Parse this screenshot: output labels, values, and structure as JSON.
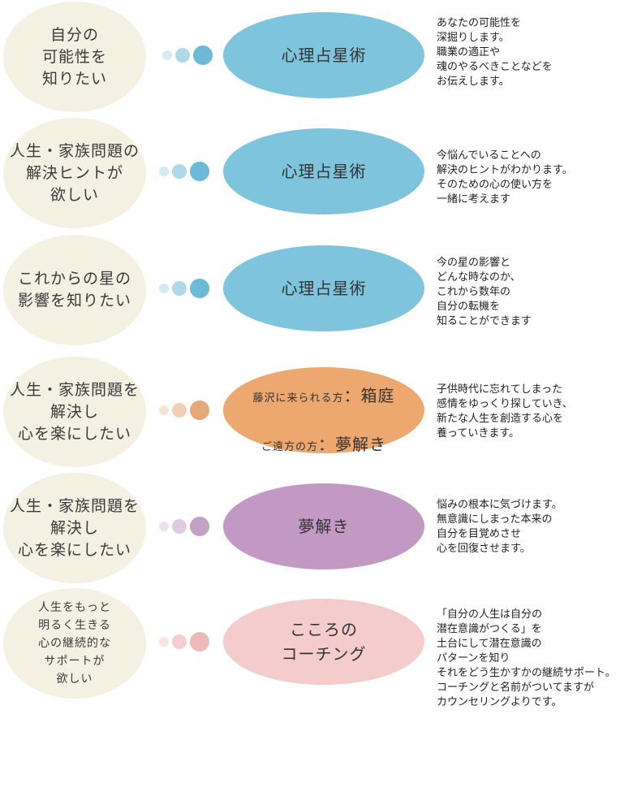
{
  "rows": [
    {
      "need": "自分の\n可能性を\n知りたい",
      "service": "心理占星術",
      "desc": "あなたの可能性を\n深掘りします。\n職業の適正や\n魂のやるべきことなどを\nお伝えします。",
      "color": "#7ec4dc",
      "dot_color": "#6cbad6"
    },
    {
      "need": "人生・家族問題の\n解決ヒントが\n欲しい",
      "service": "心理占星術",
      "desc": "今悩んでいることへの\n解決のヒントがわかります。\nそのための心の使い方を\n一緒に考えます",
      "color": "#7ec4dc",
      "dot_color": "#6cbad6"
    },
    {
      "need": "これからの星の\n影響を知りたい",
      "service": "心理占星術",
      "desc": "今の星の影響と\nどんな時なのか、\nこれから数年の\n自分の転機を\n知ることができます",
      "color": "#7ec4dc",
      "dot_color": "#6cbad6"
    },
    {
      "need": "人生・家族問題を\n解決し\n心を楽にしたい",
      "service_lines": [
        {
          "small": "藤沢に来られる方",
          "large": "：箱庭"
        },
        {
          "small": "ご遠方の方",
          "large": "：夢解き"
        }
      ],
      "desc": "子供時代に忘れてしまった\n感情をゆっくり探していき、\n新たな人生を創造する心を\n養っていきます。",
      "color": "#eda870",
      "dot_color": "#e4a977"
    },
    {
      "need": "人生・家族問題を\n解決し\n心を楽にしたい",
      "service": "夢解き",
      "desc": "悩みの根本に気づけます。\n無意識にしまった本来の\n自分を目覚めさせ\n心を回復させます。",
      "color": "#c199c3",
      "dot_color": "#c3a0c5"
    },
    {
      "need": "人生をもっと\n明るく生きる\n心の継続的な\nサポートが\n欲しい",
      "service": "こころの\nコーチング",
      "desc": "「自分の人生は自分の\n潜在意識がつくる」を\n土台にして潜在意識の\nパターンを知り\nそれをどう生かすかの継続サポート。\nコーチングと名前がついてますが\nカウンセリングよりです。",
      "color": "#f4cccc",
      "dot_color": "#f0b9b9"
    }
  ]
}
